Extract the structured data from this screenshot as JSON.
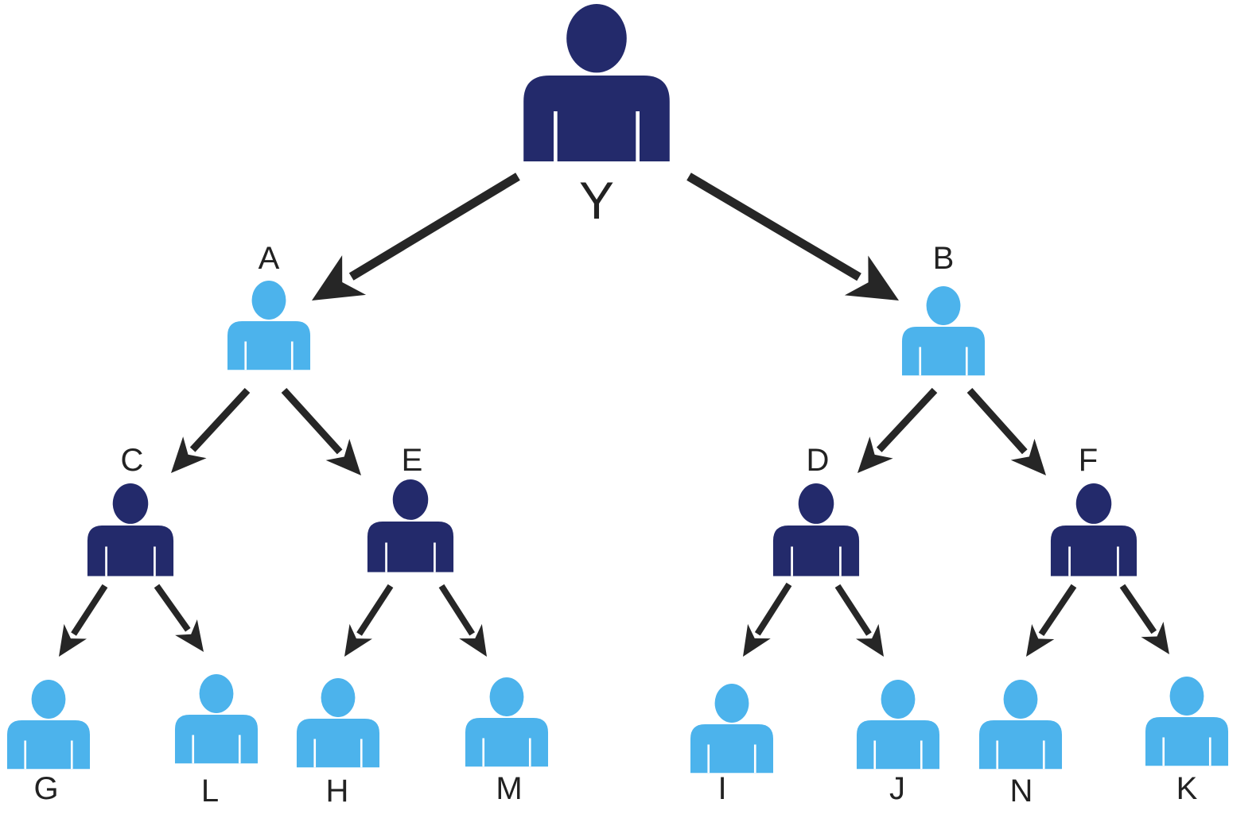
{
  "colors": {
    "dark": "#232a6b",
    "light": "#4cb3ec",
    "arrow": "#262626",
    "label": "#222222"
  },
  "nodes": [
    {
      "id": "Y",
      "label": "Y",
      "tone": "dark"
    },
    {
      "id": "A",
      "label": "A",
      "tone": "light"
    },
    {
      "id": "B",
      "label": "B",
      "tone": "light"
    },
    {
      "id": "C",
      "label": "C",
      "tone": "dark"
    },
    {
      "id": "E",
      "label": "E",
      "tone": "dark"
    },
    {
      "id": "D",
      "label": "D",
      "tone": "dark"
    },
    {
      "id": "F",
      "label": "F",
      "tone": "dark"
    },
    {
      "id": "G",
      "label": "G",
      "tone": "light"
    },
    {
      "id": "L",
      "label": "L",
      "tone": "light"
    },
    {
      "id": "H",
      "label": "H",
      "tone": "light"
    },
    {
      "id": "M",
      "label": "M",
      "tone": "light"
    },
    {
      "id": "I",
      "label": "I",
      "tone": "light"
    },
    {
      "id": "J",
      "label": "J",
      "tone": "light"
    },
    {
      "id": "N",
      "label": "N",
      "tone": "light"
    },
    {
      "id": "K",
      "label": "K",
      "tone": "light"
    }
  ],
  "edges": [
    {
      "from": "Y",
      "to": "A"
    },
    {
      "from": "Y",
      "to": "B"
    },
    {
      "from": "A",
      "to": "C"
    },
    {
      "from": "A",
      "to": "E"
    },
    {
      "from": "B",
      "to": "D"
    },
    {
      "from": "B",
      "to": "F"
    },
    {
      "from": "C",
      "to": "G"
    },
    {
      "from": "C",
      "to": "L"
    },
    {
      "from": "E",
      "to": "H"
    },
    {
      "from": "E",
      "to": "M"
    },
    {
      "from": "D",
      "to": "I"
    },
    {
      "from": "D",
      "to": "J"
    },
    {
      "from": "F",
      "to": "N"
    },
    {
      "from": "F",
      "to": "K"
    }
  ]
}
